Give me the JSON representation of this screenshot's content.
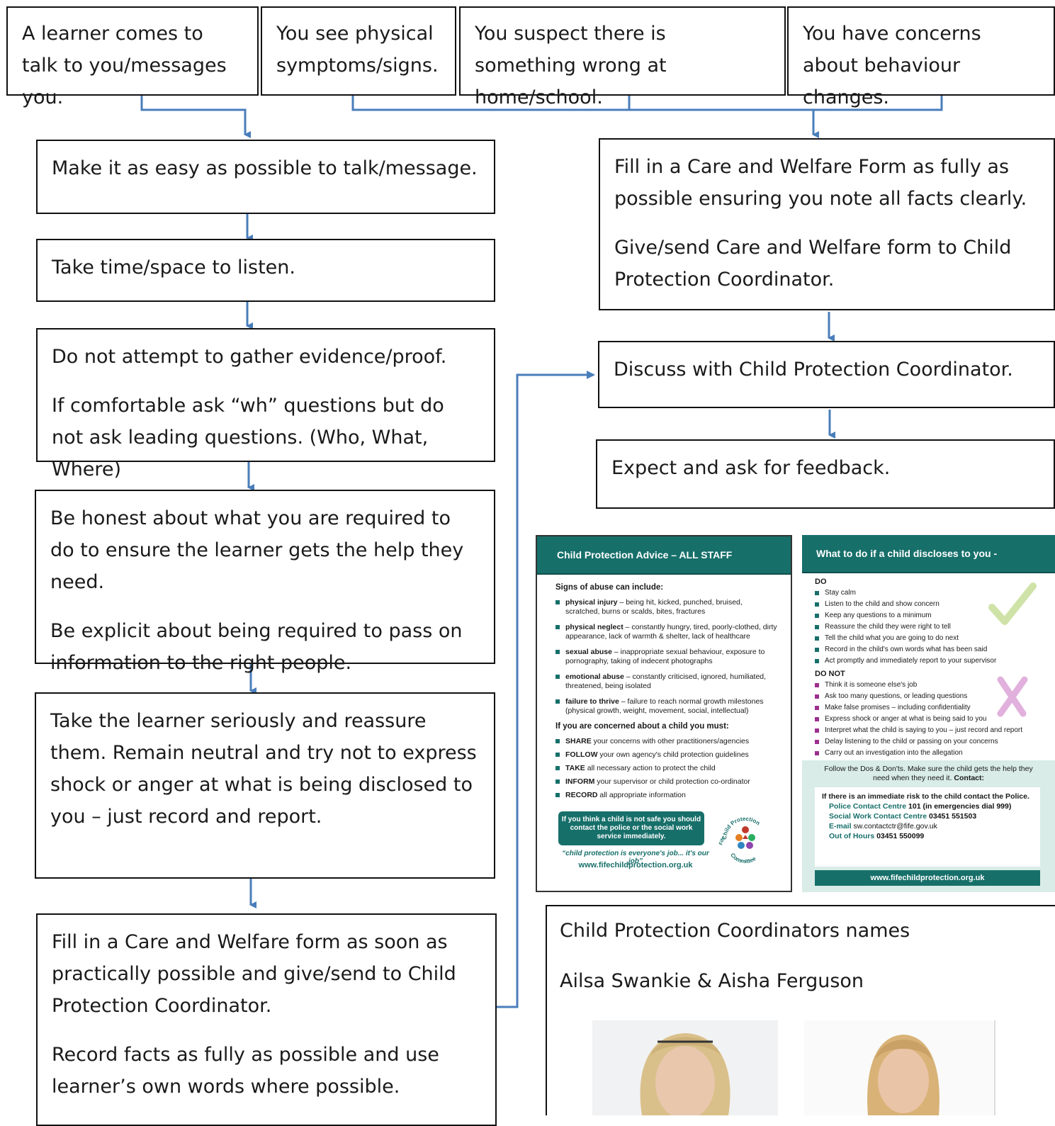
{
  "top_boxes": [
    "A learner comes to talk to you/messages you.",
    "You see physical symptoms/signs.",
    "You suspect there is something wrong at home/school.",
    "You have concerns about behaviour changes."
  ],
  "left_flow": [
    [
      "Make it as easy as possible to talk/message."
    ],
    [
      "Take time/space to listen."
    ],
    [
      "Do not attempt to gather evidence/proof.",
      "If comfortable ask “wh” questions but do not ask leading questions. (Who, What, Where)"
    ],
    [
      "Be honest about what you are required to do to ensure the learner gets the help they need.",
      "Be explicit about being required to pass on information to the right people."
    ],
    [
      "Take the learner seriously and reassure them. Remain neutral and try not to express shock or anger at what is being disclosed to you – just record and report."
    ],
    [
      "Fill in a Care and Welfare form as soon as practically possible and give/send to Child Protection Coordinator.",
      "Record facts as fully as possible and use learner’s own words where possible."
    ]
  ],
  "right_flow": [
    [
      "Fill in a Care and Welfare Form as fully as possible ensuring you note all facts clearly.",
      "Give/send Care and Welfare form to Child Protection Coordinator."
    ],
    [
      "Discuss with Child Protection Coordinator."
    ],
    [
      "Expect and ask for feedback."
    ]
  ],
  "leaflet_left": {
    "title": "Child Protection Advice – ALL STAFF",
    "signs_heading": "Signs of abuse can include:",
    "signs": [
      {
        "term": "physical injury",
        "text": " – being hit, kicked, punched, bruised, scratched, burns or scalds, bites, fractures"
      },
      {
        "term": "physical neglect",
        "text": " – constantly hungry, tired, poorly-clothed, dirty appearance, lack of warmth & shelter, lack of healthcare"
      },
      {
        "term": "sexual abuse",
        "text": " – inappropriate sexual behaviour, exposure to pornography, taking of indecent photographs"
      },
      {
        "term": "emotional abuse",
        "text": " – constantly criticised, ignored, humiliated, threatened, being isolated"
      },
      {
        "term": "failure to thrive",
        "text": " – failure to reach normal growth milestones (physical growth, weight, movement, social, intellectual)"
      }
    ],
    "must_heading": "If you are concerned about a child you must:",
    "must": [
      {
        "term": "SHARE",
        "text": " your concerns with other practitioners/agencies"
      },
      {
        "term": "FOLLOW",
        "text": " your own agency's child protection guidelines"
      },
      {
        "term": "TAKE",
        "text": " all necessary action to protect the child"
      },
      {
        "term": "INFORM",
        "text": " your supervisor or child protection co-ordinator"
      },
      {
        "term": "RECORD",
        "text": " all appropriate information"
      }
    ],
    "safe_notice": "If you think a child is not safe you should contact the police or the social work service immediately.",
    "quote": "“child protection is everyone's job... it's our job”",
    "url": "www.fifechildprotection.org.uk",
    "logo_top": "Child Protection",
    "logo_bottom": "Committee",
    "logo_left": "Fife"
  },
  "leaflet_right": {
    "title": "What to do if a child discloses to you -",
    "do_heading": "DO",
    "do": [
      "Stay calm",
      "Listen to the child and show concern",
      "Keep any questions to a minimum",
      "Reassure the child they were right to tell",
      "Tell the child what you are going to do next",
      "Record in the child's own words what has been said",
      "Act promptly and immediately report to your supervisor"
    ],
    "dont_heading": "DO NOT",
    "dont": [
      "Think it is someone else's job",
      "Ask too many questions, or leading questions",
      "Make false promises – including confidentiality",
      "Express shock or anger at what is being said to you",
      "Interpret what the child is saying to you – just record and report",
      "Delay listening to the child or passing on your concerns",
      "Carry out an investigation into the allegation"
    ],
    "intro": "Follow the Dos & Don'ts. Make sure the child gets the help they need when they need it.",
    "intro_contact": "Contact:",
    "risk": "If there is an immediate risk to the child contact the Police.",
    "police_label": "Police Contact Centre",
    "police_value": "101 (in emergencies dial 999)",
    "sw_label": "Social Work Contact Centre",
    "sw_value": "03451 551503",
    "email_label": "E-mail",
    "email_value": "sw.contactctr@fife.gov.uk",
    "ooh_label": "Out of Hours",
    "ooh_value": "03451 550099",
    "url": "www.fifechildprotection.org.uk"
  },
  "coordinators": {
    "heading": "Child Protection Coordinators names",
    "names": "Ailsa Swankie & Aisha Ferguson"
  },
  "colors": {
    "arrow": "#4a7ebb",
    "leaflet_teal": "#176f6a",
    "do_accent": "#9c2f8e",
    "panel": "#d9ece7"
  }
}
